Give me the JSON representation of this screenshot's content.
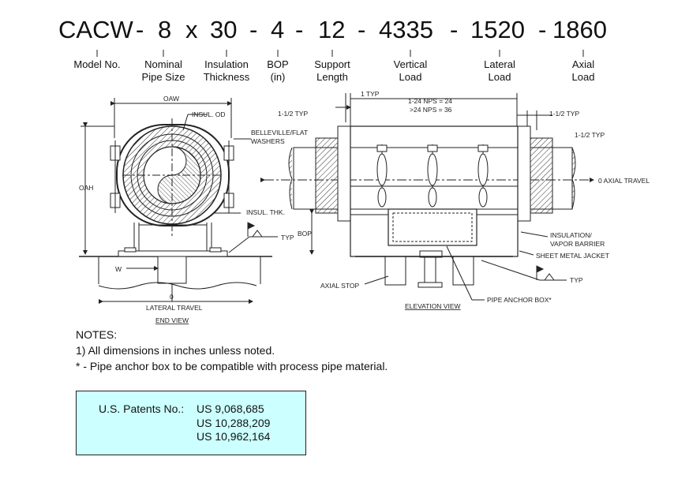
{
  "model_code": [
    "CACW",
    "-",
    "8",
    "x",
    "30",
    "-",
    "4",
    "-",
    "12",
    "-",
    "4335",
    "-",
    "1520",
    "-",
    "1860"
  ],
  "segment_labels": [
    {
      "line1": "Model No.",
      "line2": ""
    },
    {
      "line1": "Nominal",
      "line2": "Pipe Size"
    },
    {
      "line1": "Insulation",
      "line2": "Thickness"
    },
    {
      "line1": "BOP",
      "line2": "(in)"
    },
    {
      "line1": "Support",
      "line2": "Length"
    },
    {
      "line1": "Vertical",
      "line2": "Load"
    },
    {
      "line1": "Lateral",
      "line2": "Load"
    },
    {
      "line1": "Axial",
      "line2": "Load"
    }
  ],
  "end_view": {
    "oaw": "OAW",
    "insul_od": "INSUL. OD",
    "washers_1": "BELLEVILLE/FLAT",
    "washers_2": "WASHERS",
    "oah": "OAH",
    "insul_thk": "INSUL. THK.",
    "bop": "BOP",
    "typ": "TYP",
    "w": "W",
    "zero": "0",
    "lateral_travel": "LATERAL TRAVEL",
    "title": "END VIEW"
  },
  "elevation_view": {
    "one_typ": "1 TYP",
    "nps_1": "1-24 NPS = 24",
    "nps_2": ">24 NPS = 36",
    "left_typ": "1-1/2 TYP",
    "right_typ_1": "1-1/2 TYP",
    "right_typ_2": "1-1/2 TYP",
    "axial_travel": "0 AXIAL TRAVEL",
    "insulation_1": "INSULATION/",
    "insulation_2": "VAPOR BARRIER",
    "jacket": "SHEET METAL JACKET",
    "axial_stop": "AXIAL STOP",
    "typ": "TYP",
    "anchor_box": "PIPE ANCHOR BOX*",
    "title": "ELEVATION VIEW"
  },
  "notes": {
    "heading": "NOTES:",
    "note1": "1) All dimensions in inches unless noted.",
    "note2": "* - Pipe anchor box to be compatible with process pipe material."
  },
  "patents": {
    "label": "U.S. Patents No.:",
    "items": [
      "US 9,068,685",
      "US 10,288,209",
      "US 10,962,164"
    ]
  }
}
